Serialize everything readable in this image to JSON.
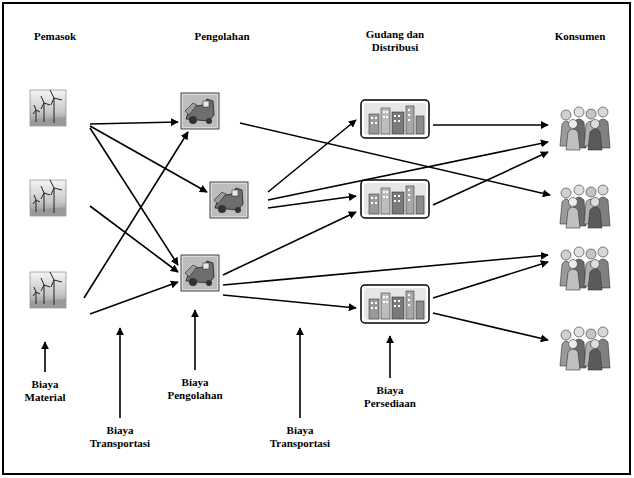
{
  "diagram": {
    "labels": [
      "Pemasok",
      "Pengolahan",
      "Gudang dan Distribusi",
      "Konsumen",
      "Biaya Material",
      "Biaya Transportasi",
      "Biaya Pengolahan",
      "Biaya Transportasi",
      "Biaya Persediaan"
    ]
  }
}
